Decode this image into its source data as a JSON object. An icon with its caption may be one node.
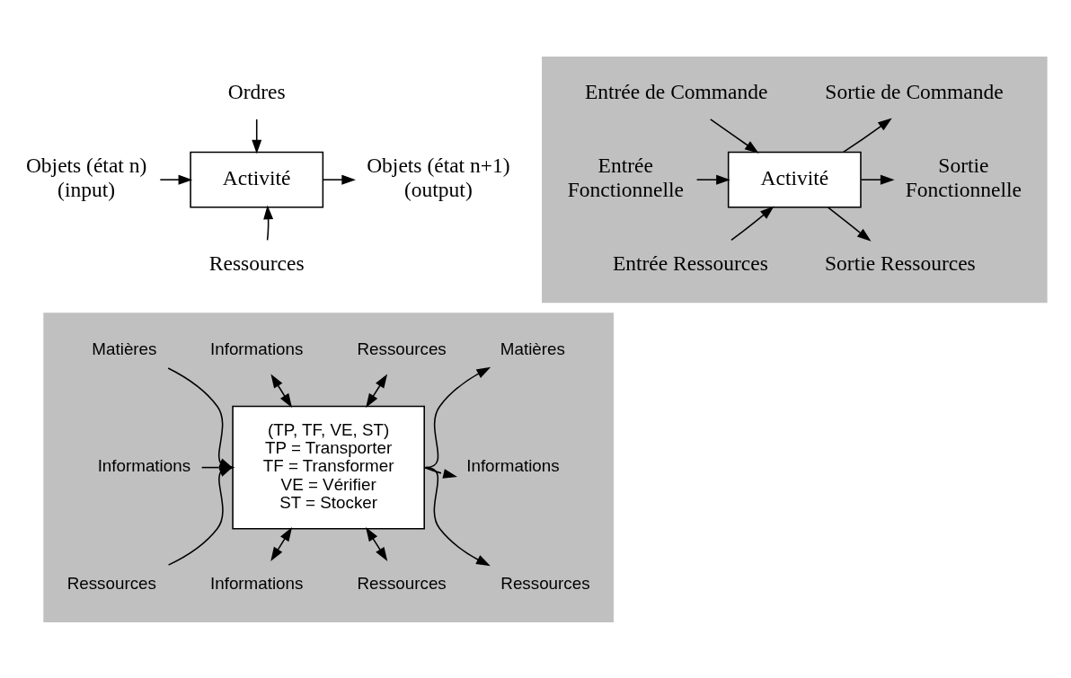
{
  "diagram": {
    "nodes": [
      {
        "text": [
          "Ordres"
        ]
      },
      {
        "text": [
          "Objets (état n)",
          "(input)"
        ]
      },
      {
        "text": [
          "Activité"
        ]
      },
      {
        "text": [
          "Objets (état n+1)",
          "(output)"
        ]
      },
      {
        "text": [
          "Ressources"
        ]
      },
      {
        "text": [],
        "shape": "box"
      },
      {
        "text": [
          "Entrée de Commande"
        ],
        "in": 5
      },
      {
        "text": [
          "Sortie de Commande"
        ],
        "in": 5
      },
      {
        "text": [
          "Entrée",
          "Fonctionnelle"
        ],
        "in": 5
      },
      {
        "text": [
          "Activité"
        ],
        "in": 5
      },
      {
        "text": [
          "Sortie",
          "Fonctionnelle"
        ],
        "in": 5
      },
      {
        "text": [
          "Entrée Ressources"
        ],
        "in": 5
      },
      {
        "text": [
          "Sortie Ressources"
        ],
        "in": 5
      },
      {
        "text": [],
        "shape": "box"
      },
      {
        "text": [
          "Informations"
        ],
        "in": 13
      },
      {
        "text": [
          "Ressources"
        ],
        "in": 13
      },
      {
        "text": [
          "Matières"
        ],
        "in": 13
      },
      {
        "text": [
          "Informations"
        ],
        "in": 13
      },
      {
        "text": [
          "Ressources"
        ],
        "in": 13
      },
      {
        "text": [
          "(TP, TF, VE, ST)",
          "TP = Transporter",
          "TF = Transformer",
          "VE = Vérifier",
          "ST = Stocker"
        ],
        "in": 13
      },
      {
        "text": [
          "Matières"
        ],
        "in": 13
      },
      {
        "text": [
          "Informations"
        ],
        "in": 13
      },
      {
        "text": [
          "Ressources"
        ],
        "in": 13
      },
      {
        "text": [
          "Informations"
        ],
        "in": 13
      },
      {
        "text": [
          "Ressources"
        ],
        "in": 13
      }
    ],
    "edges": [
      {
        "from": 0,
        "to": 2,
        "arrow": "to"
      },
      {
        "from": 1,
        "to": 2,
        "arrow": "to"
      },
      {
        "from": 2,
        "to": 3,
        "arrow": "to"
      },
      {
        "from": 4,
        "to": 2,
        "arrow": "to"
      },
      {
        "from": 6,
        "to": 9,
        "arrow": "to"
      },
      {
        "from": 9,
        "to": 7,
        "arrow": "to"
      },
      {
        "from": 8,
        "to": 9,
        "arrow": "to"
      },
      {
        "from": 9,
        "to": 10,
        "arrow": "to"
      },
      {
        "from": 11,
        "to": 9,
        "arrow": "to"
      },
      {
        "from": 9,
        "to": 12,
        "arrow": "to"
      },
      {
        "from": 14,
        "to": 19,
        "arrow": "both"
      },
      {
        "from": 15,
        "to": 19,
        "arrow": "both"
      },
      {
        "from": 16,
        "to": 19,
        "arrow": "to"
      },
      {
        "from": 17,
        "to": 19,
        "arrow": "to"
      },
      {
        "from": 18,
        "to": 19,
        "arrow": "to"
      },
      {
        "from": 19,
        "to": 20,
        "arrow": "to"
      },
      {
        "from": 19,
        "to": 21,
        "arrow": "to"
      },
      {
        "from": 19,
        "to": 22,
        "arrow": "to"
      },
      {
        "from": 19,
        "to": 23,
        "arrow": "both"
      },
      {
        "from": 19,
        "to": 24,
        "arrow": "both"
      }
    ]
  }
}
